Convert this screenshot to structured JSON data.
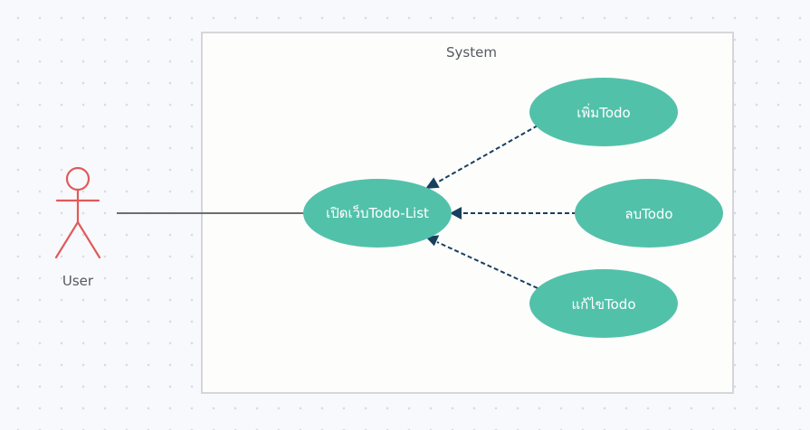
{
  "system": {
    "title": "System"
  },
  "actor": {
    "label": "User"
  },
  "usecases": {
    "open": "เปิดเว็บTodo-List",
    "add": "เพิ่มTodo",
    "delete": "ลบTodo",
    "edit": "แก้ไขTodo"
  },
  "colors": {
    "actor": "#e05a5a",
    "usecase_fill": "#52c1aa",
    "dependency_arrow": "#173f5f",
    "association_line": "#6e6e6e",
    "boundary_border": "#d6d6da"
  }
}
